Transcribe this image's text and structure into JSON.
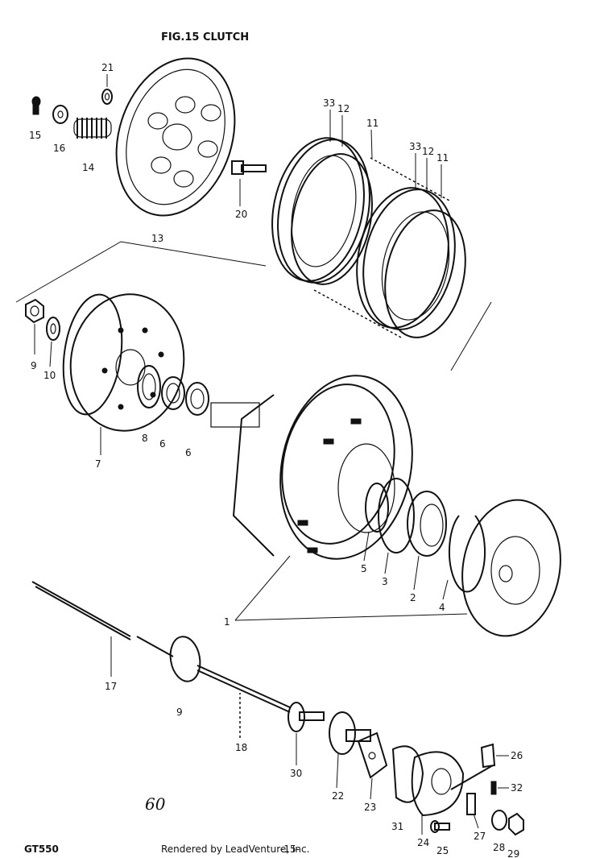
{
  "title": "FIG.15 CLUTCH",
  "model": "GT550",
  "footer": "Rendered by LeadVenture, Inc.",
  "page_number": "-15-",
  "handwritten_note": "60",
  "callouts": [
    "21",
    "15",
    "16",
    "14",
    "13",
    "20",
    "33",
    "12",
    "11",
    "33",
    "12",
    "11",
    "9",
    "10",
    "7",
    "8",
    "6",
    "6",
    "5",
    "3",
    "2",
    "4",
    "1",
    "17",
    "9",
    "18",
    "30",
    "22",
    "23",
    "31",
    "24",
    "25",
    "27",
    "28",
    "29",
    "26",
    "32"
  ]
}
